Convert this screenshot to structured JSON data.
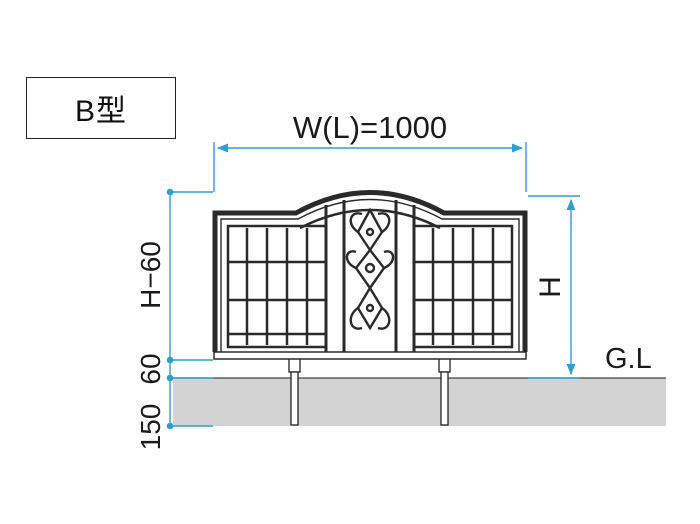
{
  "model_label": "B型",
  "dimensions": {
    "width_label": "W(L)=1000",
    "height_label": "H",
    "left_side_labels": [
      "150",
      "60",
      "H−60"
    ],
    "ground_label": "G.L"
  },
  "colors": {
    "dimension_line": "#2b9fd6",
    "fence_frame": "#2a2a2a",
    "ground": "#d3d3d3"
  }
}
